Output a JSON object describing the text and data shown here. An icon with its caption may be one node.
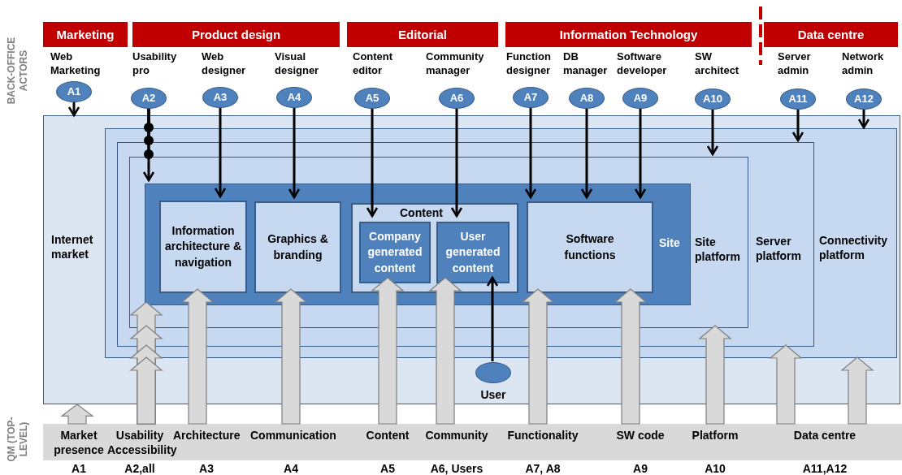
{
  "diagram": {
    "nodes": [
      {
        "text": [
          "Marketing"
        ]
      },
      {
        "text": [
          "Product design"
        ]
      },
      {
        "text": [
          "Editorial"
        ]
      },
      {
        "text": [
          "Information Technology"
        ]
      },
      {
        "text": [
          "Data centre"
        ]
      },
      {
        "text": [
          "Web Marketing",
          "A1"
        ]
      },
      {
        "text": [
          "Usability pro",
          "A2"
        ]
      },
      {
        "text": [
          "Web designer",
          "A3"
        ]
      },
      {
        "text": [
          "Visual designer",
          "A4"
        ]
      },
      {
        "text": [
          "Content editor",
          "A5"
        ]
      },
      {
        "text": [
          "Community manager",
          "A6"
        ]
      },
      {
        "text": [
          "Function designer",
          "A7"
        ]
      },
      {
        "text": [
          "DB manager",
          "A8"
        ]
      },
      {
        "text": [
          "Software developer",
          "A9"
        ]
      },
      {
        "text": [
          "SW architect",
          "A10"
        ]
      },
      {
        "text": [
          "Server admin",
          "A11"
        ]
      },
      {
        "text": [
          "Network admin",
          "A12"
        ]
      },
      {
        "text": [
          "Internet market"
        ]
      },
      {
        "text": [
          "Connectivity platform"
        ],
        "in": 17
      },
      {
        "text": [
          "Server platform"
        ],
        "in": 18
      },
      {
        "text": [
          "Site platform"
        ],
        "in": 19
      },
      {
        "text": [
          "Site"
        ],
        "in": 20
      },
      {
        "text": [
          "Information architecture & navigation"
        ],
        "in": 21
      },
      {
        "text": [
          "Graphics & branding"
        ],
        "in": 21
      },
      {
        "text": [
          "Content"
        ],
        "in": 21
      },
      {
        "text": [
          "Company generated content"
        ],
        "in": 24
      },
      {
        "text": [
          "User generated content"
        ],
        "in": 24
      },
      {
        "text": [
          "Software functions"
        ],
        "in": 21
      },
      {
        "text": [
          "User"
        ],
        "in": 17
      },
      {
        "text": [],
        "shape": "bar"
      },
      {
        "text": [
          "Market presence"
        ],
        "in": 29,
        "beside": [
          "A1"
        ]
      },
      {
        "text": [
          "Usability Accessibility"
        ],
        "in": 29,
        "beside": [
          "A2,all"
        ]
      },
      {
        "text": [
          "Architecture"
        ],
        "in": 29,
        "beside": [
          "A3"
        ]
      },
      {
        "text": [
          "Communication"
        ],
        "in": 29,
        "beside": [
          "A4"
        ]
      },
      {
        "text": [
          "Content"
        ],
        "in": 29,
        "beside": [
          "A5"
        ]
      },
      {
        "text": [
          "Community"
        ],
        "in": 29,
        "beside": [
          "A6, Users"
        ]
      },
      {
        "text": [
          "Functionality"
        ],
        "in": 29,
        "beside": [
          "A7, A8"
        ]
      },
      {
        "text": [
          "SW code"
        ],
        "in": 29,
        "beside": [
          "A9"
        ]
      },
      {
        "text": [
          "Platform"
        ],
        "in": 29,
        "beside": [
          "A10"
        ]
      },
      {
        "text": [
          "Data centre"
        ],
        "in": 29,
        "beside": [
          "A11,A12"
        ]
      }
    ],
    "edges": [
      {
        "from": 5,
        "to": 17,
        "arrow": "to"
      },
      {
        "from": 6,
        "to": 18,
        "arrow": "other"
      },
      {
        "from": 6,
        "to": 19,
        "arrow": "other"
      },
      {
        "from": 6,
        "to": 20,
        "arrow": "other"
      },
      {
        "from": 6,
        "to": 21,
        "arrow": "to"
      },
      {
        "from": 7,
        "to": 22,
        "arrow": "to"
      },
      {
        "from": 8,
        "to": 23,
        "arrow": "to"
      },
      {
        "from": 9,
        "to": 25,
        "arrow": "to"
      },
      {
        "from": 10,
        "to": 26,
        "arrow": "to"
      },
      {
        "from": 11,
        "to": 27,
        "arrow": "to"
      },
      {
        "from": 12,
        "to": 27,
        "arrow": "to"
      },
      {
        "from": 13,
        "to": 27,
        "arrow": "to"
      },
      {
        "from": 14,
        "to": 20,
        "arrow": "to"
      },
      {
        "from": 15,
        "to": 19,
        "arrow": "to"
      },
      {
        "from": 16,
        "to": 18,
        "arrow": "to"
      },
      {
        "from": 28,
        "to": 26,
        "arrow": "to"
      },
      {
        "from": 30,
        "to": 17,
        "arrow": "to",
        "style": "thick",
        "color": "#d9d9d9"
      },
      {
        "from": 31,
        "to": 21,
        "arrow": "to",
        "style": "thick",
        "color": "#d9d9d9"
      },
      {
        "from": 31,
        "to": 20,
        "arrow": "to",
        "style": "thick",
        "color": "#d9d9d9"
      },
      {
        "from": 31,
        "to": 19,
        "arrow": "to",
        "style": "thick",
        "color": "#d9d9d9"
      },
      {
        "from": 31,
        "to": 18,
        "arrow": "to",
        "style": "thick",
        "color": "#d9d9d9"
      },
      {
        "from": 32,
        "to": 22,
        "arrow": "to",
        "style": "thick",
        "color": "#d9d9d9"
      },
      {
        "from": 33,
        "to": 23,
        "arrow": "to",
        "style": "thick",
        "color": "#d9d9d9"
      },
      {
        "from": 34,
        "to": 25,
        "arrow": "to",
        "style": "thick",
        "color": "#d9d9d9"
      },
      {
        "from": 35,
        "to": 26,
        "arrow": "to",
        "style": "thick",
        "color": "#d9d9d9"
      },
      {
        "from": 36,
        "to": 27,
        "arrow": "to",
        "style": "thick",
        "color": "#d9d9d9"
      },
      {
        "from": 37,
        "to": 27,
        "arrow": "to",
        "style": "thick",
        "color": "#d9d9d9"
      },
      {
        "from": 38,
        "to": 20,
        "arrow": "to",
        "style": "thick",
        "color": "#d9d9d9"
      },
      {
        "from": 39,
        "to": 19,
        "arrow": "to",
        "style": "thick",
        "color": "#d9d9d9"
      },
      {
        "from": 39,
        "to": 18,
        "arrow": "to",
        "style": "thick",
        "color": "#d9d9d9"
      }
    ],
    "labels": [
      "BACK-OFFICE ACTORS",
      "QM (TOP-LEVEL)"
    ]
  }
}
